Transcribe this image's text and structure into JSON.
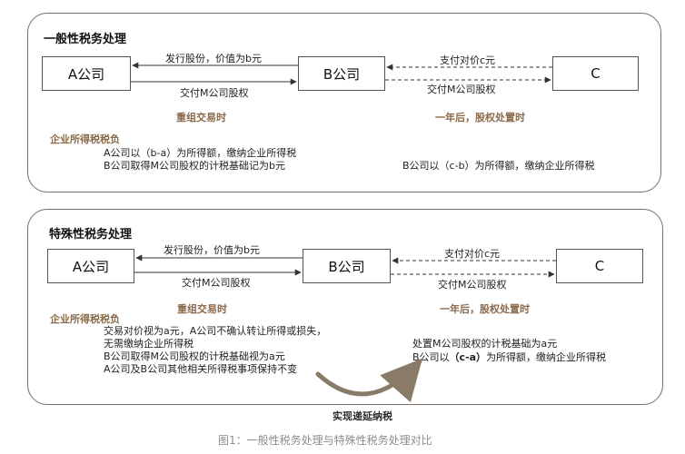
{
  "top": {
    "title": "一般性税务处理",
    "company_a": "A公司",
    "company_b": "B公司",
    "company_c": "C",
    "arrow_ba_label": "发行股份，价值为b元",
    "arrow_ab_label": "交付M公司股权",
    "arrow_cb_label": "支付对价c元",
    "arrow_bc_label": "交付M公司股权",
    "phase_left": "重组交易时",
    "phase_right": "一年后，股权处置时",
    "tax_heading": "企业所得税税负",
    "left_lines": [
      "A公司以（b-a）为所得额，缴纳企业所得税",
      "B公司取得M公司股权的计税基础记为b元"
    ],
    "right_lines": [
      "B公司以（c-b）为所得额，缴纳企业所得税"
    ]
  },
  "bottom": {
    "title": "特殊性税务处理",
    "company_a": "A公司",
    "company_b": "B公司",
    "company_c": "C",
    "arrow_ba_label": "发行股份，价值为b元",
    "arrow_ab_label": "交付M公司股权",
    "arrow_cb_label": "支付对价c元",
    "arrow_bc_label": "交付M公司股权",
    "phase_left": "重组交易时",
    "phase_right": "一年后，股权处置时",
    "tax_heading": "企业所得税税负",
    "left_lines": [
      "交易对价视为a元，A公司不确认转让所得或损失，",
      "无需缴纳企业所得税",
      "B公司取得M公司股权的计税基础视为a元",
      "A公司及B公司其他相关所得税事项保持不变"
    ],
    "right_line1": "处置M公司股权的计税基础为a元",
    "right_line2_prefix": "B公司以",
    "right_line2_bold": "（c-a）",
    "right_line2_suffix": "为所得额，缴纳企业所得税",
    "deferral_label": "实现递延纳税"
  },
  "caption": "图1：一般性税务处理与特殊性税务处理对比",
  "colors": {
    "accent_brown": "#8a6a4a",
    "border": "#7a6e64",
    "caption_gray": "#8c8c8c"
  }
}
